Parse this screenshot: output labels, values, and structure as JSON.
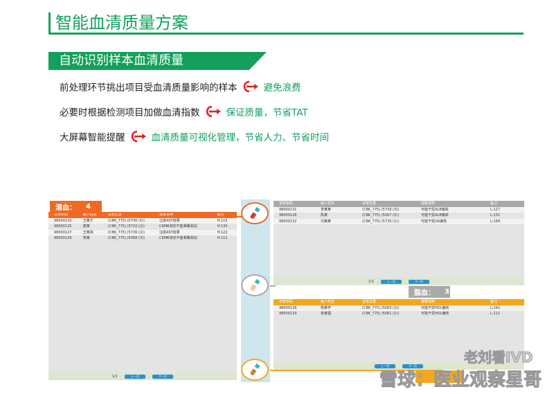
{
  "header": {
    "title": "智能血清质量方案",
    "section": "自动识别样本血清质量"
  },
  "bullets": [
    {
      "text": "前处理环节挑出项目受血清质量影响的样本",
      "result": "避免浪费"
    },
    {
      "text": "必要时根据检测项目加做血清指数",
      "result": "保证质量，节省TAT"
    },
    {
      "text": "大屏幕智能提醒",
      "result": "血清质量可视化管理，节省人力、节省时间"
    }
  ],
  "columns": [
    "试管条码",
    "病人姓名",
    "试管位置",
    "报警说明",
    "备注"
  ],
  "hemolysis": {
    "label": "溶血：",
    "count": "4",
    "color": "#f06a23",
    "rows": [
      [
        "98000123",
        "王某才",
        "(CBK_775) (5736 (5))",
        "注意AST结果",
        "H:115"
      ],
      [
        "98000125",
        "唐某",
        "(CBK_775) (5732 (2))",
        "CKMB测定不能准确测试",
        "H:135"
      ],
      [
        "98000127",
        "王某高",
        "(CBK_775) (5736 (2))",
        "注意AST结果",
        "H:122"
      ],
      [
        "98000129",
        "朱某",
        "(CBK_775) (5068 (3))",
        "CKMB测定不能准确测试",
        "H:111"
      ]
    ]
  },
  "icterus": {
    "rows": [
      [
        "98000131",
        "李某某",
        "(CBK_775) (5739 (3))",
        "可能干扰ALB偏高",
        "L:127"
      ],
      [
        "98000128",
        "陈某",
        "(CBK_775) (5067 (5))",
        "可能干扰ALB偏高",
        "L:131"
      ],
      [
        "98000132",
        "刘某某",
        "(CBK_775) (5735 (1))",
        "可能干扰UA偏低",
        "L:169"
      ]
    ]
  },
  "lipemia": {
    "label": "脂血：",
    "count": "3",
    "color": "#f3a71f",
    "rows": [
      [
        "98000126",
        "杨某学",
        "(CBK_775) (5063 (2))",
        "可能干扰HDL偏低",
        "L:162"
      ],
      [
        "98000119",
        "张某福",
        "(CBK_775) (5061 (1))",
        "可能干扰HDL偏低",
        "L:111"
      ]
    ]
  },
  "pager": {
    "page": "1/1",
    "prev": "上一页",
    "next": "下一页"
  },
  "watermark": {
    "line1": "老刘看IVD",
    "line2": "雪球：医业观察星哥"
  },
  "colors": {
    "green": "#12a05c",
    "red": "#e3202a",
    "blue_column": "#cfe6ee"
  }
}
